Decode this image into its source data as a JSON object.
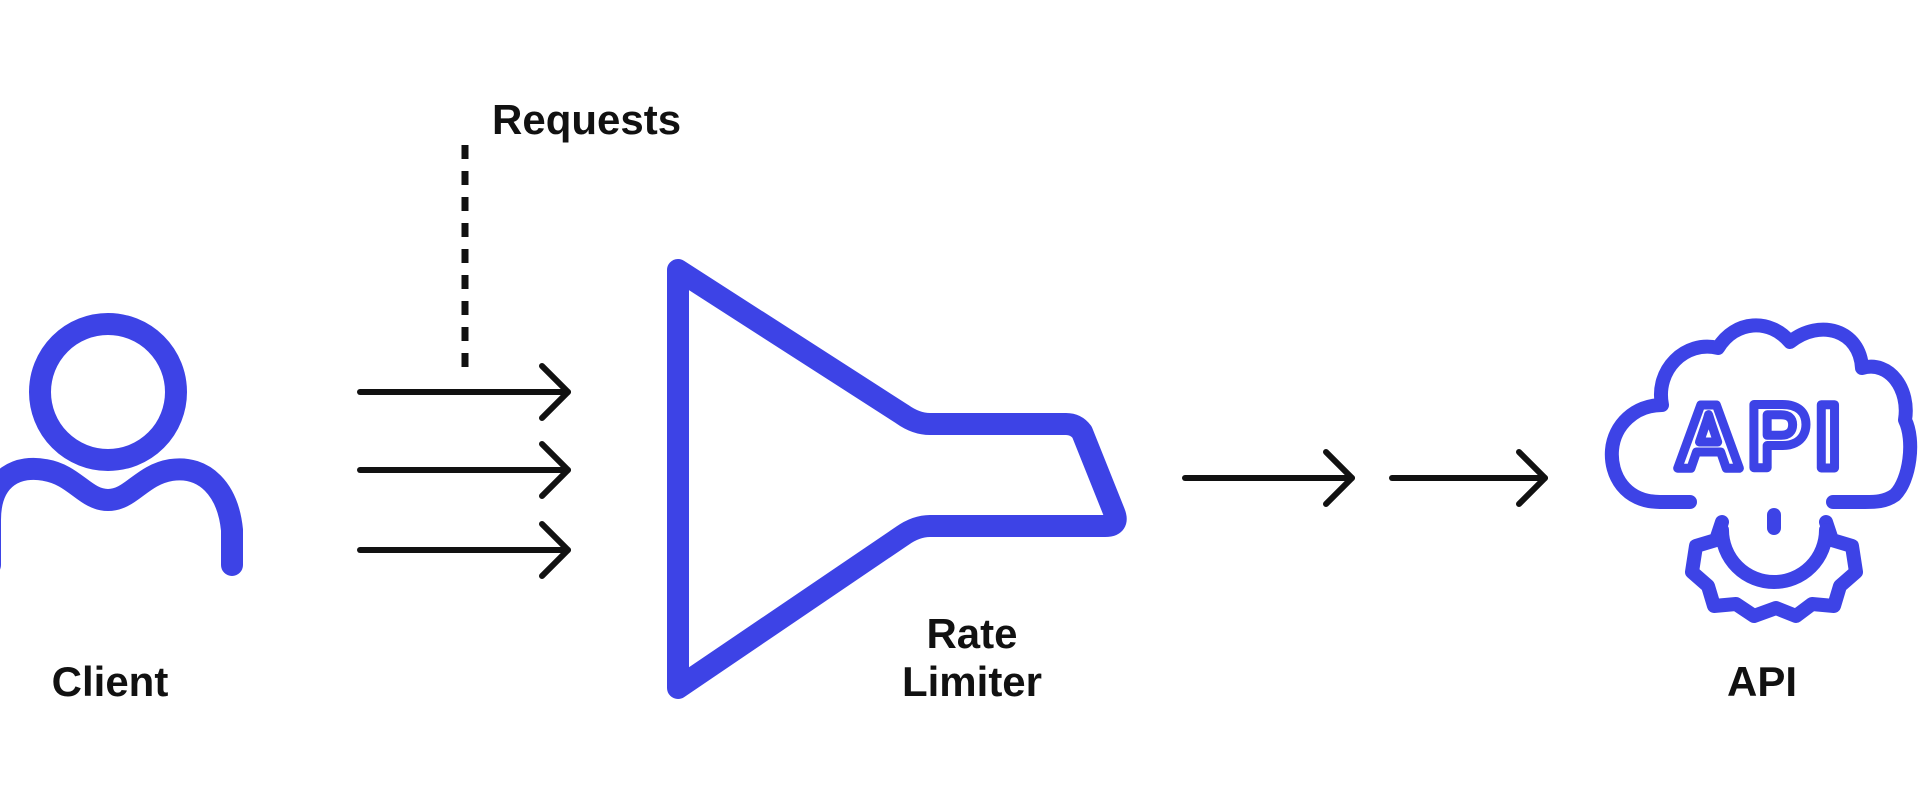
{
  "colors": {
    "accent": "#3d43e6",
    "ink": "#111111",
    "background": "#ffffff"
  },
  "icons": {
    "client": "user-icon",
    "rate_limiter": "funnel-icon",
    "api": "cloud-gear-api-icon"
  },
  "labels": {
    "requests": "Requests",
    "client": "Client",
    "rate_limiter_line1": "Rate",
    "rate_limiter_line2": "Limiter",
    "api": "API",
    "api_icon_text": "API"
  }
}
